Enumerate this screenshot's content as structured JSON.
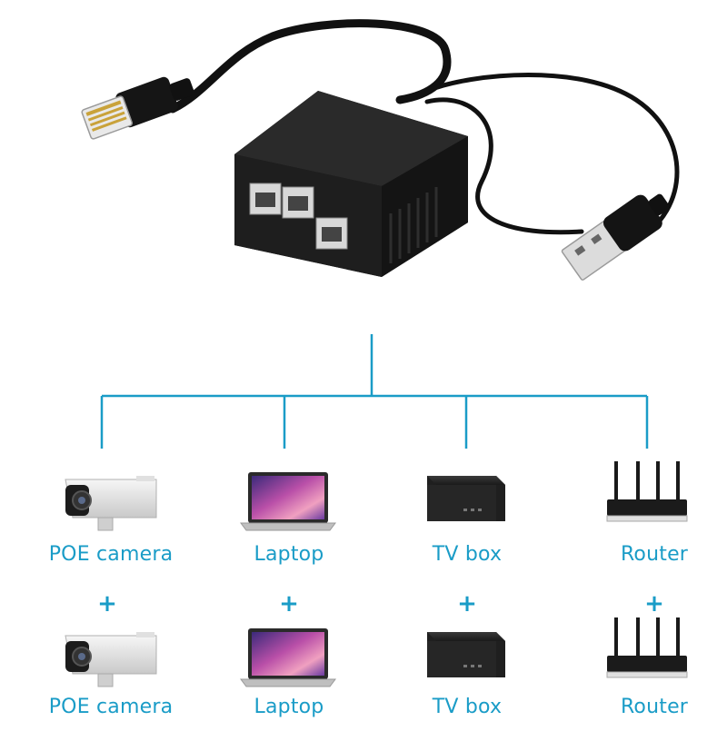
{
  "accent_color": "#1a9cc7",
  "product": {
    "name": "RJ45 ethernet splitter with USB power cable",
    "icons": [
      "rj45-plug-icon",
      "splitter-box-icon",
      "usb-plug-icon"
    ]
  },
  "devices": [
    {
      "label": "POE camera",
      "icon": "poe-camera-icon"
    },
    {
      "label": "Laptop",
      "icon": "laptop-icon"
    },
    {
      "label": "TV box",
      "icon": "tv-box-icon"
    },
    {
      "label": "Router",
      "icon": "router-icon"
    }
  ],
  "rows": [
    [
      "POE camera",
      "Laptop",
      "TV box",
      "Router"
    ],
    [
      "POE camera",
      "Laptop",
      "TV box",
      "Router"
    ]
  ],
  "separator": "+"
}
